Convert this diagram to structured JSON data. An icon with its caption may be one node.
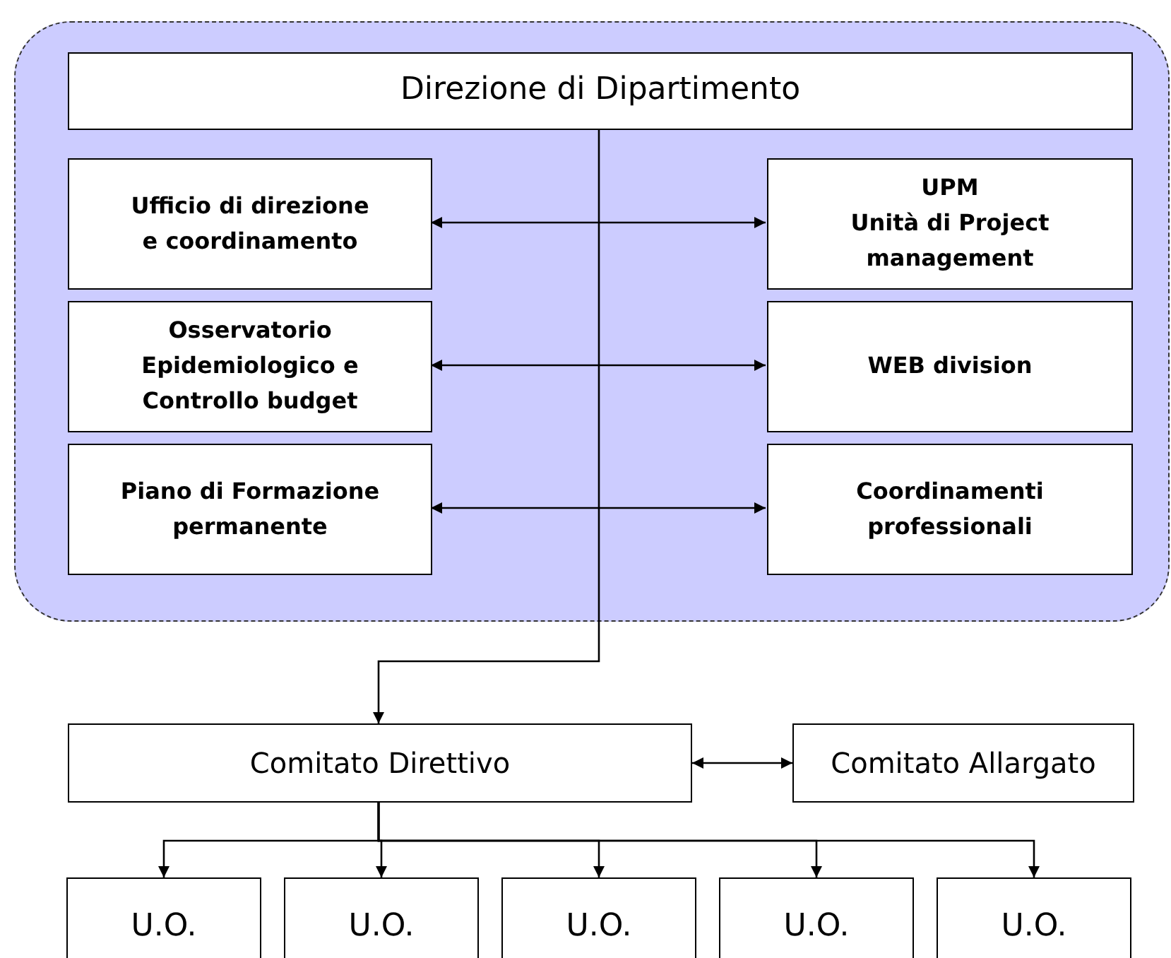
{
  "diagram": {
    "nodes": [
      {
        "text": [],
        "shape": "box"
      },
      {
        "text": [
          "Direzione di Dipartimento"
        ],
        "in": 0
      },
      {
        "text": [
          "Ufficio di direzione e coordinamento"
        ],
        "in": 0
      },
      {
        "text": [
          "UPM",
          "Unità di Project management"
        ],
        "in": 0
      },
      {
        "text": [
          "Osservatorio Epidemiologico e Controllo budget"
        ],
        "in": 0
      },
      {
        "text": [
          "WEB division"
        ],
        "in": 0
      },
      {
        "text": [
          "Piano di Formazione permanente"
        ],
        "in": 0
      },
      {
        "text": [
          "Coordinamenti professionali"
        ],
        "in": 0
      },
      {
        "text": [
          "Comitato Direttivo"
        ]
      },
      {
        "text": [
          "Comitato Allargato"
        ]
      },
      {
        "text": [
          "U.O."
        ]
      },
      {
        "text": [
          "U.O."
        ]
      },
      {
        "text": [
          "U.O."
        ]
      },
      {
        "text": [
          "U.O."
        ]
      },
      {
        "text": [
          "U.O."
        ]
      }
    ],
    "edges": [
      {
        "from": 2,
        "to": 3,
        "arrow": "both"
      },
      {
        "from": 4,
        "to": 5,
        "arrow": "both"
      },
      {
        "from": 6,
        "to": 7,
        "arrow": "both"
      },
      {
        "from": 1,
        "to": 8,
        "arrow": "to"
      },
      {
        "from": 8,
        "to": 9,
        "arrow": "both"
      },
      {
        "from": 8,
        "to": 10,
        "arrow": "to"
      },
      {
        "from": 8,
        "to": 11,
        "arrow": "to"
      },
      {
        "from": 8,
        "to": 12,
        "arrow": "to"
      },
      {
        "from": 8,
        "to": 13,
        "arrow": "to"
      },
      {
        "from": 8,
        "to": 14,
        "arrow": "to"
      }
    ]
  }
}
